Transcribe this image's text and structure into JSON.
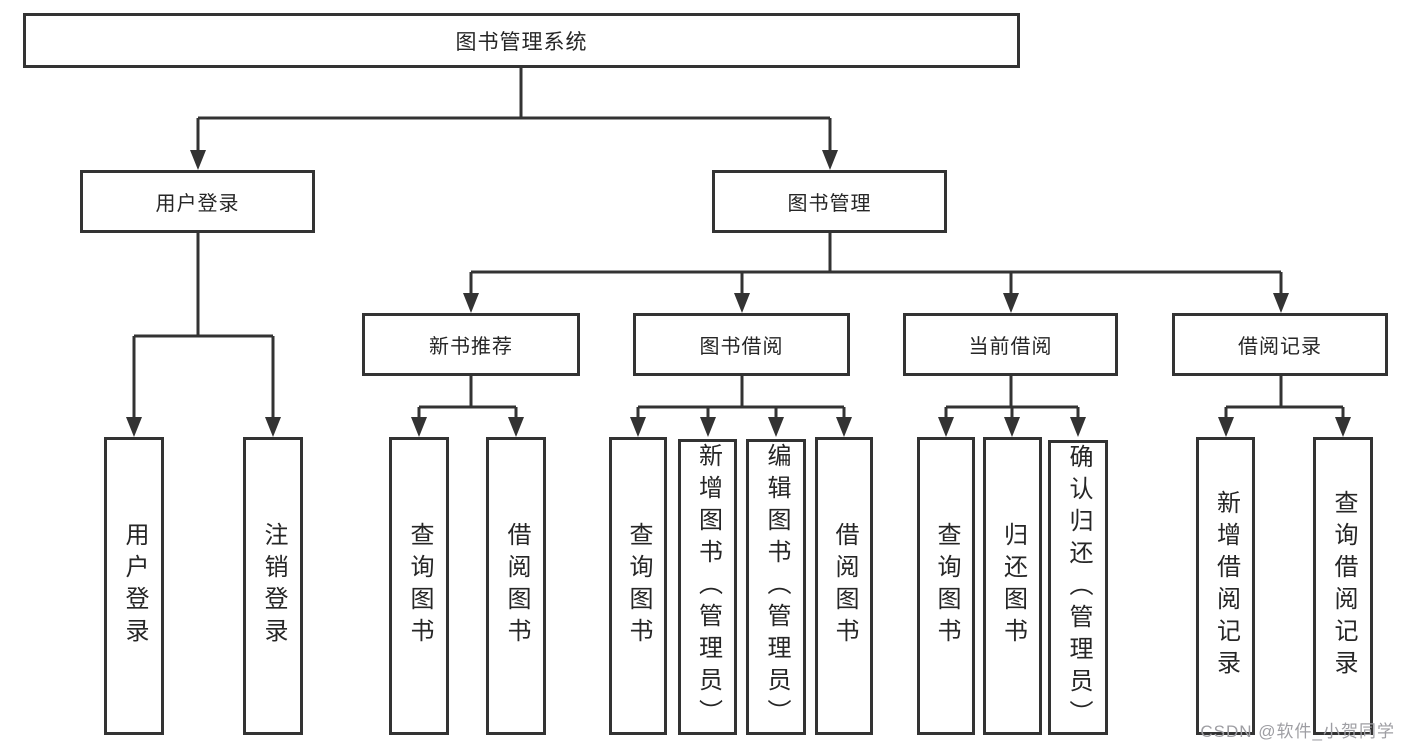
{
  "tree": {
    "root": {
      "label": "图书管理系统"
    },
    "level2": [
      {
        "label": "用户登录",
        "children": [
          {
            "label": "用户登录"
          },
          {
            "label": "注销登录"
          }
        ]
      },
      {
        "label": "图书管理",
        "children": [
          {
            "label": "新书推荐",
            "children": [
              {
                "label": "查询图书"
              },
              {
                "label": "借阅图书"
              }
            ]
          },
          {
            "label": "图书借阅",
            "children": [
              {
                "label": "查询图书"
              },
              {
                "label": "新增图书（管理员）"
              },
              {
                "label": "编辑图书（管理员）"
              },
              {
                "label": "借阅图书"
              }
            ]
          },
          {
            "label": "当前借阅",
            "children": [
              {
                "label": "查询图书"
              },
              {
                "label": "归还图书"
              },
              {
                "label": "确认归还（管理员）"
              }
            ]
          },
          {
            "label": "借阅记录",
            "children": [
              {
                "label": "新增借阅记录"
              },
              {
                "label": "查询借阅记录"
              }
            ]
          }
        ]
      }
    ]
  },
  "watermark": {
    "text": "CSDN @软件_小贺同学",
    "color": "#9e9ea3"
  },
  "colors": {
    "line": "#333333",
    "box_border": "#333333",
    "text": "#262626",
    "background": "#ffffff"
  }
}
